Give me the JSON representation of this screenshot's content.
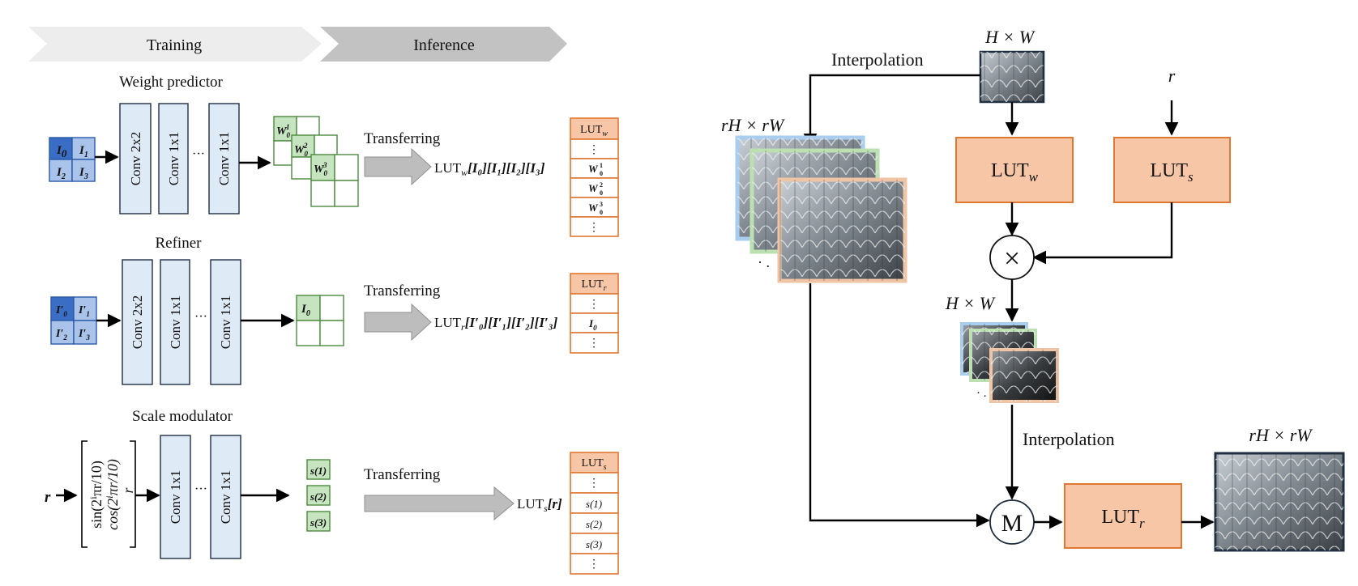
{
  "banner": {
    "training": "Training",
    "inference": "Inference"
  },
  "sections": {
    "weight_predictor": "Weight predictor",
    "refiner": "Refiner",
    "scale_modulator": "Scale modulator"
  },
  "layers": {
    "conv2x2": "Conv 2x2",
    "conv1x1": "Conv 1x1",
    "dots": "···"
  },
  "transferring": "Transferring",
  "lut": {
    "name": "LUT",
    "w_sub": "w",
    "r_sub": "r",
    "s_sub": "s",
    "vdots": "⋮"
  },
  "inputs": {
    "I0": "I",
    "sub0": "0",
    "sub1": "1",
    "sub2": "2",
    "sub3": "3",
    "prime": "′"
  },
  "weights": {
    "W": "W",
    "w0_sub": "0",
    "sup1": "1",
    "sup2": "2",
    "sup3": "3"
  },
  "scale": {
    "r": "r",
    "sin_term": "sin(2ⁱπr/10)",
    "cos_term": "cos(2ⁱπr/10)",
    "r_term": "r",
    "s1": "s(1)",
    "s2": "s(2)",
    "s3": "s(3)"
  },
  "indexing": {
    "w_expr": "[I₀][I₁][I₂][I₃]",
    "r_expr": "[I′₀][I′₁][I′₂][I′₃]",
    "s_expr": "[r]"
  },
  "right": {
    "interpolation": "Interpolation",
    "hw": "H × W",
    "rhrw": "rH × rW",
    "r": "r",
    "multiply_symbol": "×",
    "merge_symbol": "M",
    "small_dots": "· ."
  },
  "colors": {
    "lut_fill": "#f7c6a6",
    "lut_stroke": "#e07832",
    "conv_fill": "#dfeaf7",
    "green_fill": "#c7e4c0",
    "blue_fill": "#a9c3ea",
    "blue_dark": "#3a6ec4",
    "banner_light": "#ededed",
    "banner_dark": "#c2c2c2"
  }
}
